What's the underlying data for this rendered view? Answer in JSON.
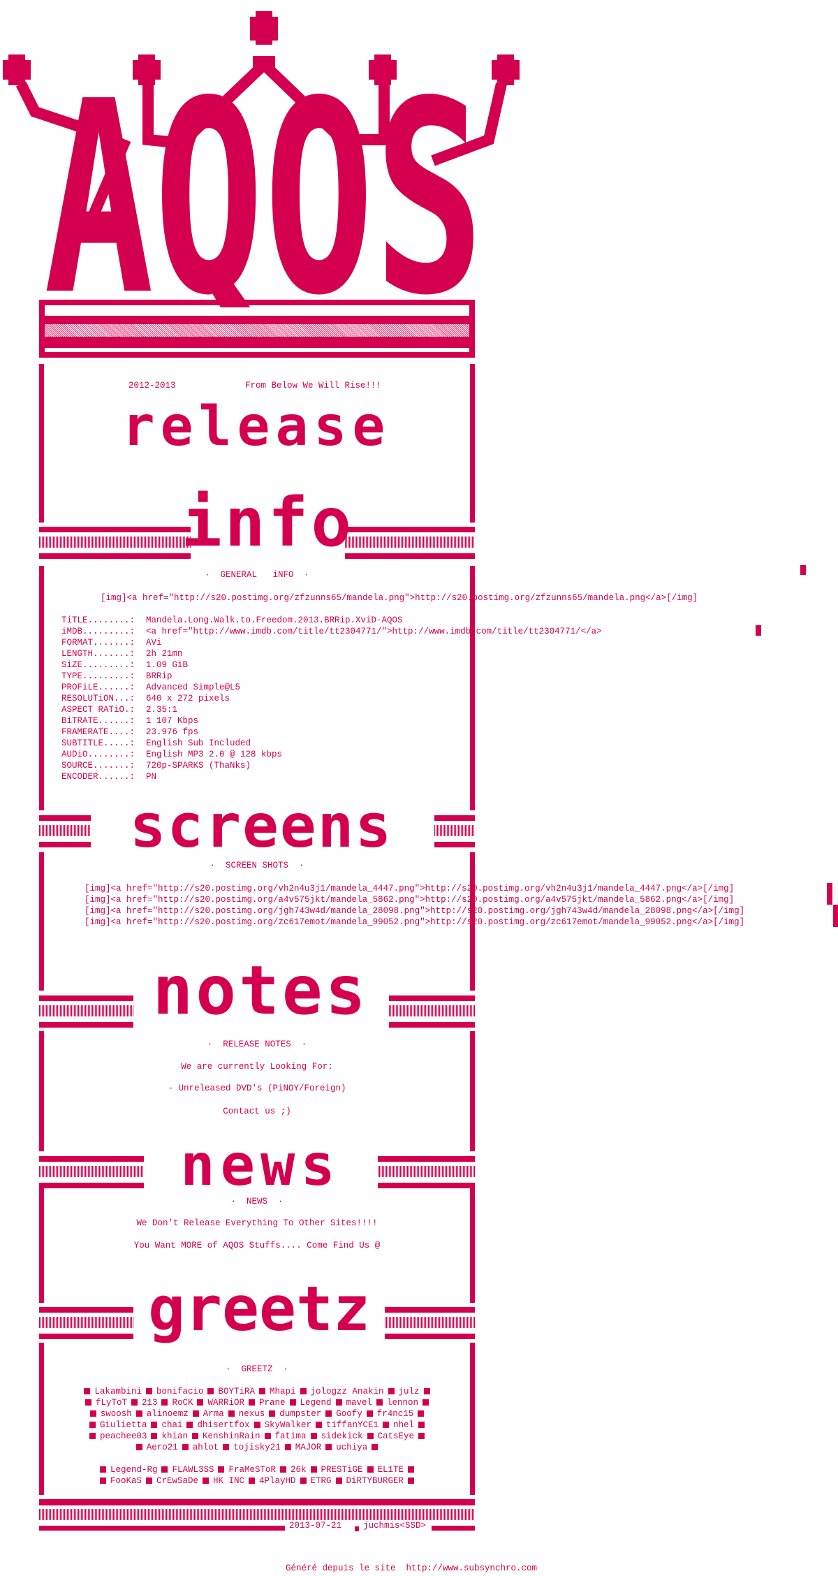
{
  "colors": {
    "accent": "#d4004f"
  },
  "logo": {
    "text": "AQOS"
  },
  "header": {
    "years": "2012-2013",
    "slogan": "From Below We Will Rise!!!",
    "art": "release"
  },
  "sections": {
    "info": {
      "art": "info",
      "label": "·  GENERAL   iNFO  ·"
    },
    "screens": {
      "art": "screens",
      "label": "·  SCREEN SHOTS  ·"
    },
    "notes": {
      "art": "notes",
      "label": "·  RELEASE NOTES  ·"
    },
    "news": {
      "art": "news",
      "label": "·  NEWS  ·"
    },
    "greetz": {
      "art": "greetz",
      "label": "·  GREETZ  ·"
    }
  },
  "info": {
    "img_line": "[img]<a href=\"http://s20.postimg.org/zfzunns65/mandela.png\">http://s20.postimg.org/zfzunns65/mandela.png</a>[/img]",
    "rows": [
      {
        "label": "TiTLE........:",
        "value": "Mandela.Long.Walk.to.Freedom.2013.BRRip.XviD-AQOS"
      },
      {
        "label": "iMDB.........:",
        "value": "<a href=\"http://www.imdb.com/title/tt2304771/\">http://www.imdb.com/title/tt2304771/</a>"
      },
      {
        "label": "FORMAT.......:",
        "value": "AVi"
      },
      {
        "label": "LENGTH.......:",
        "value": "2h 21mn"
      },
      {
        "label": "SiZE.........:",
        "value": "1.09 GiB"
      },
      {
        "label": "TYPE.........:",
        "value": "BRRip"
      },
      {
        "label": "PROFiLE......:",
        "value": "Advanced Simple@L5"
      },
      {
        "label": "RESOLUTiON...:",
        "value": "640 x 272 pixels"
      },
      {
        "label": "ASPECT RATiO.:",
        "value": "2.35:1"
      },
      {
        "label": "BiTRATE......:",
        "value": "1 107 Kbps"
      },
      {
        "label": "FRAMERATE....:",
        "value": "23.976 fps"
      },
      {
        "label": "SUBTITLE.....:",
        "value": "English Sub Included"
      },
      {
        "label": "AUDiO........:",
        "value": "English MP3 2.0 @ 128 kbps"
      },
      {
        "label": "SOURCE.......:",
        "value": "720p-SPARKS (ThaNks)"
      },
      {
        "label": "ENCODER......:",
        "value": "PN"
      }
    ]
  },
  "screenshots": [
    "[img]<a href=\"http://s20.postimg.org/vh2n4u3j1/mandela_4447.png\">http://s20.postimg.org/vh2n4u3j1/mandela_4447.png</a>[/img]",
    "[img]<a href=\"http://s20.postimg.org/a4v575jkt/mandela_5862.png\">http://s20.postimg.org/a4v575jkt/mandela_5862.png</a>[/img]",
    "[img]<a href=\"http://s20.postimg.org/jgh743w4d/mandela_28098.png\">http://s20.postimg.org/jgh743w4d/mandela_28098.png</a>[/img]",
    "[img]<a href=\"http://s20.postimg.org/zc617emot/mandela_99052.png\">http://s20.postimg.org/zc617emot/mandela_99052.png</a>[/img]"
  ],
  "notes": {
    "line1": "We are currently Looking For:",
    "line2": "- Unreleased DVD's (PiNOY/Foreign)",
    "line3": "Contact us ;)"
  },
  "news": {
    "line1": "We Don't Release Everything To Other Sites!!!!",
    "line2": "You Want MORE of AQOS Stuffs.... Come Find Us @"
  },
  "greetz": {
    "people": [
      [
        "Lakambini",
        "bonifacio",
        "BOYTiRA",
        "Mhapi",
        "jologzz Anakin",
        "julz"
      ],
      [
        "fLyToT",
        "213",
        "RoCK",
        "WARRiOR",
        "Prane",
        "Legend",
        "mavel",
        "lennon"
      ],
      [
        "swoosh",
        "alinoemz",
        "Arma",
        "nexus",
        "dumpster",
        "Goofy",
        "fr4nc15"
      ],
      [
        "Giulietta",
        "chai",
        "dhisertfox",
        "SkyWalker",
        "tiffanYCE1",
        "nhel"
      ],
      [
        "peachee03",
        "khian",
        "KenshinRain",
        "fatima",
        "sidekick",
        "CatsEye"
      ],
      [
        "Aero21",
        "ahlot",
        "tojisky21",
        "MAJOR",
        "uchiya"
      ]
    ],
    "groups": [
      [
        "Legend-Rg",
        "FLAWL3SS",
        "FraMeSToR",
        "26k",
        "PRESTiGE",
        "EL1TE"
      ],
      [
        "FooKaS",
        "CrEwSaDe",
        "HK INC",
        "4PlayHD",
        "ETRG",
        "DiRTYBURGER"
      ]
    ]
  },
  "footer": {
    "date": "2013-07-21",
    "author": "juchmis<SSD>",
    "generated": "Généré depuis le site  http://www.subsynchro.com"
  }
}
